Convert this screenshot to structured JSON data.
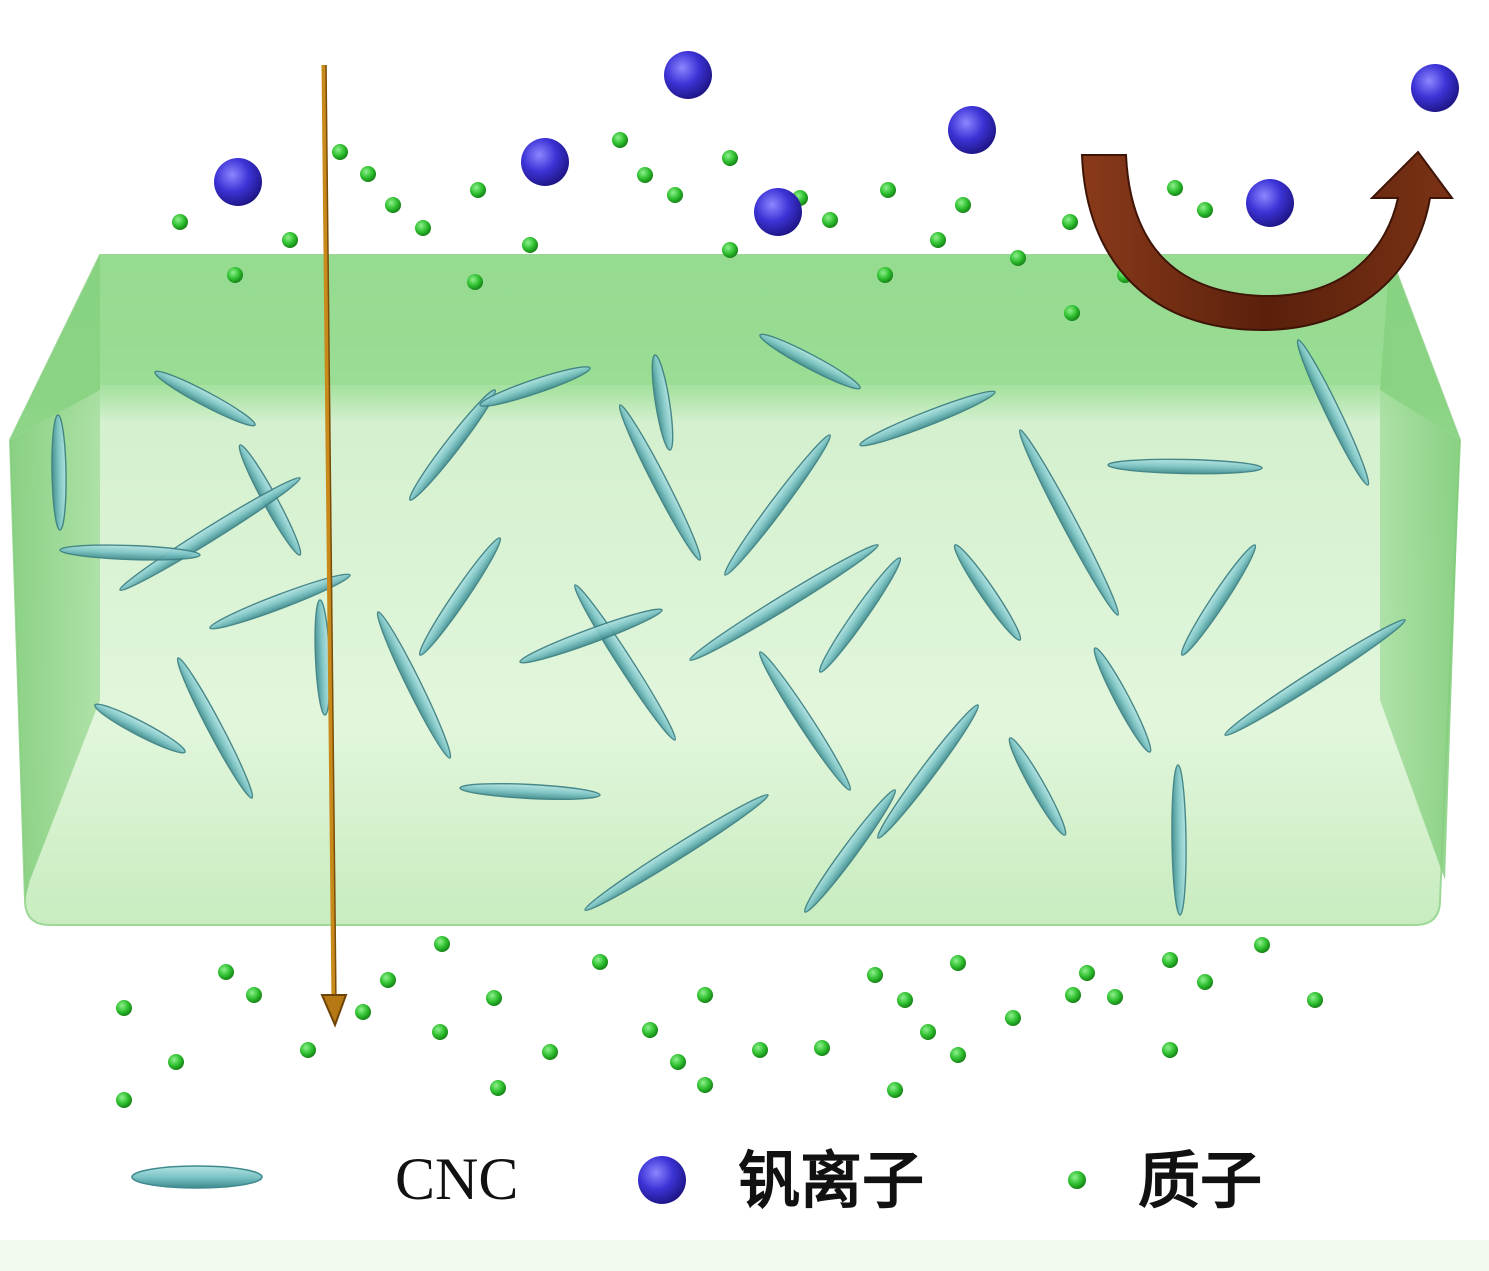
{
  "legend": {
    "cnc_label": "CNC",
    "vanadium_label": "钒离子",
    "proton_label": "质子"
  },
  "colors": {
    "membrane_fill": "#8fd98a",
    "membrane_light": "#e8f8e4",
    "cnc": "#7cc4c6",
    "vanadium_ion": "#3a2fd0",
    "proton": "#2fc02f",
    "transport_arrow": "#c98a1c",
    "rejection_arrow": "#6a2a14"
  },
  "icons": {
    "cnc": "cnc-rod-icon",
    "vanadium": "vanadium-ion-icon",
    "proton": "proton-dot-icon"
  }
}
